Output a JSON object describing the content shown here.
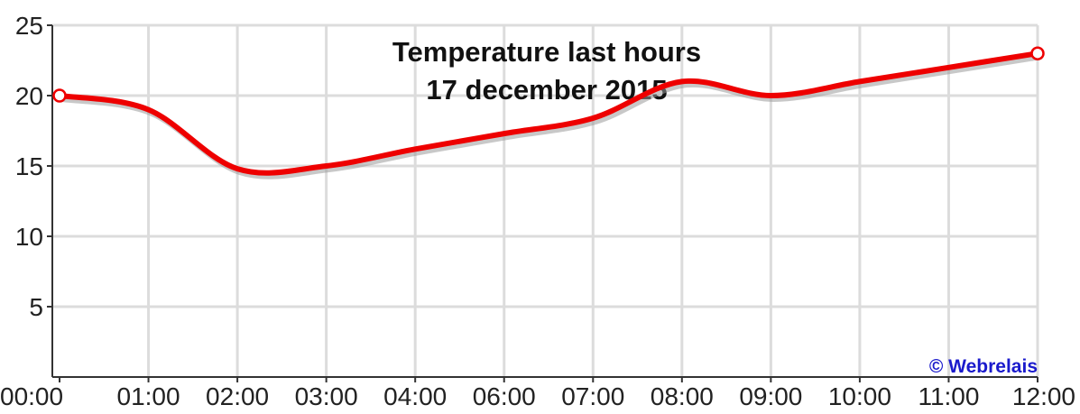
{
  "chart_data": {
    "type": "line",
    "title": [
      "Temperature last hours",
      "17 december 2015"
    ],
    "credit": "© Webrelais",
    "categories": [
      "00:00",
      "01:00",
      "02:00",
      "03:00",
      "04:00",
      "06:00",
      "07:00",
      "08:00",
      "09:00",
      "10:00",
      "11:00",
      "12:00"
    ],
    "ylim": [
      0,
      25
    ],
    "yticks": [
      5,
      10,
      15,
      20,
      25
    ],
    "grid": true,
    "series": [
      {
        "color": "#ee0000",
        "values": [
          20,
          19,
          14.8,
          15,
          16.2,
          17.3,
          18.4,
          21,
          20,
          21,
          22,
          23
        ]
      }
    ]
  }
}
